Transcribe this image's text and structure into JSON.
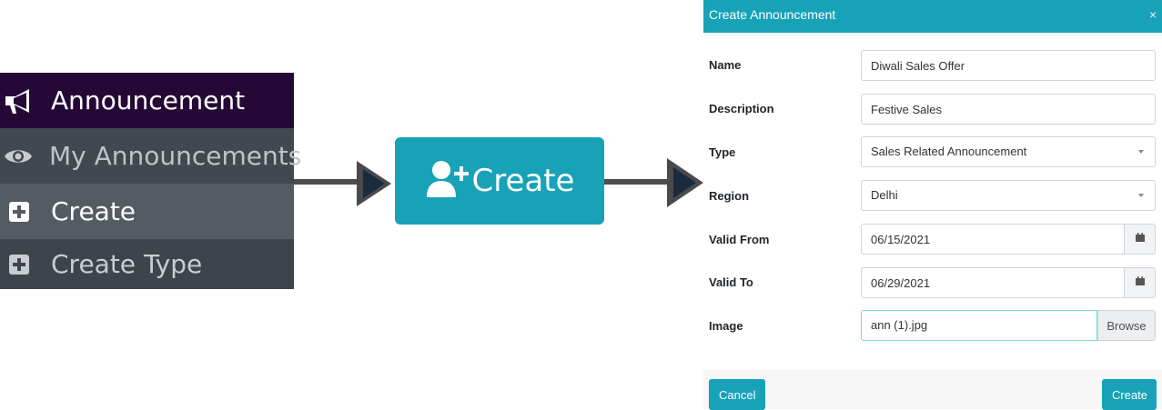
{
  "sidebar": {
    "items": [
      {
        "label": "Announcement",
        "icon": "bullhorn-icon"
      },
      {
        "label": "My Announcements",
        "icon": "eye-icon"
      },
      {
        "label": "Create",
        "icon": "plus-square-icon"
      },
      {
        "label": "Create Type",
        "icon": "plus-square-icon"
      }
    ]
  },
  "create_button": {
    "label": "Create",
    "icon": "user-plus-icon"
  },
  "modal": {
    "title": "Create Announcement",
    "close_label": "×",
    "fields": {
      "name": {
        "label": "Name",
        "value": "Diwali Sales Offer"
      },
      "description": {
        "label": "Description",
        "value": "Festive Sales"
      },
      "type": {
        "label": "Type",
        "value": "Sales Related Announcement"
      },
      "region": {
        "label": "Region",
        "value": "Delhi"
      },
      "valid_from": {
        "label": "Valid From",
        "value": "06/15/2021"
      },
      "valid_to": {
        "label": "Valid To",
        "value": "06/29/2021"
      },
      "image": {
        "label": "Image",
        "value": "ann (1).jpg",
        "browse_label": "Browse"
      }
    },
    "footer": {
      "cancel_label": "Cancel",
      "create_label": "Create"
    }
  },
  "colors": {
    "accent": "#17a2b8",
    "sidebar_header": "#260836",
    "sidebar_item": "#414850",
    "sidebar_item_active": "#545b62",
    "arrow": "#1a2b3e"
  }
}
